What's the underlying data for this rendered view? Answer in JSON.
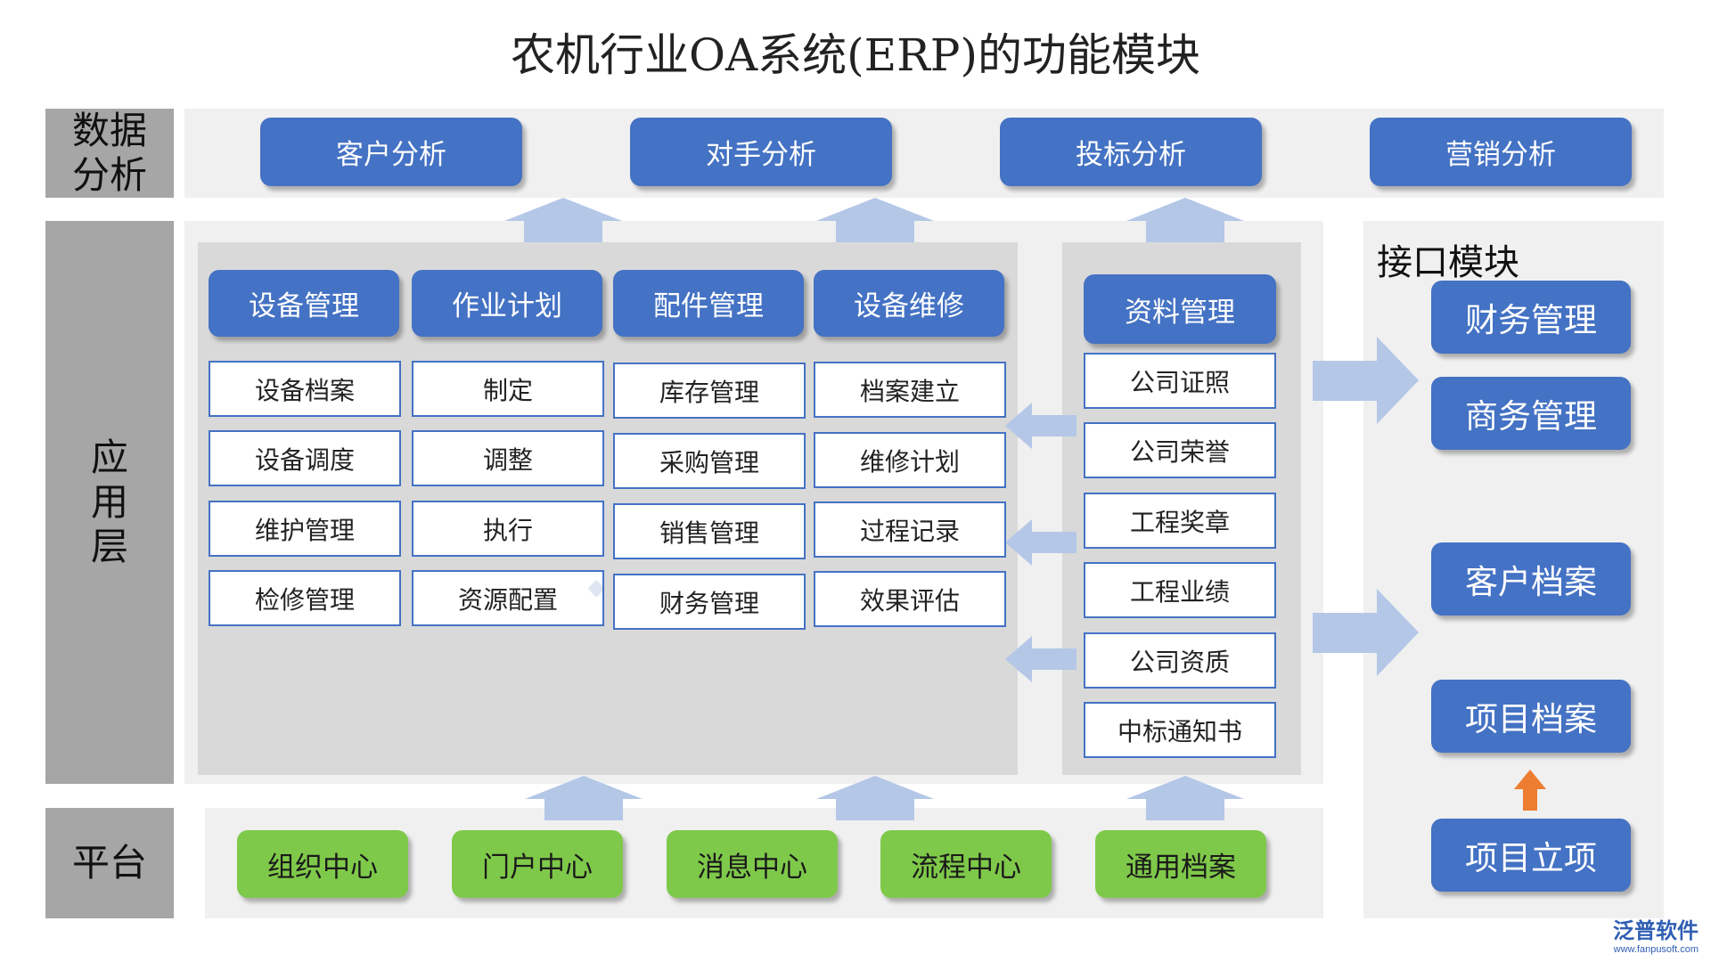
{
  "title": "农机行业OA系统(ERP)的功能模块",
  "layers": {
    "data": "数据\n分析",
    "app": "应\n用\n层",
    "platform": "平台"
  },
  "analysis": [
    "客户分析",
    "对手分析",
    "投标分析",
    "营销分析"
  ],
  "modules": [
    {
      "header": "设备管理",
      "items": [
        "设备档案",
        "设备调度",
        "维护管理",
        "检修管理"
      ]
    },
    {
      "header": "作业计划",
      "items": [
        "制定",
        "调整",
        "执行",
        "资源配置"
      ]
    },
    {
      "header": "配件管理",
      "items": [
        "库存管理",
        "采购管理",
        "销售管理",
        "财务管理"
      ]
    },
    {
      "header": "设备维修",
      "items": [
        "档案建立",
        "维修计划",
        "过程记录",
        "效果评估"
      ]
    }
  ],
  "docs": {
    "header": "资料管理",
    "items": [
      "公司证照",
      "公司荣誉",
      "工程奖章",
      "工程业绩",
      "公司资质",
      "中标通知书"
    ]
  },
  "interface": {
    "title": "接口模块",
    "items": [
      "财务管理",
      "商务管理",
      "客户档案",
      "项目档案",
      "项目立项"
    ]
  },
  "platform_items": [
    "组织中心",
    "门户中心",
    "消息中心",
    "流程中心",
    "通用档案"
  ],
  "logo": {
    "name": "泛普软件",
    "url": "www.fanpusoft.com"
  },
  "colors": {
    "blue": "#4472c4",
    "green": "#7fc94a",
    "arrow": "#b4c7e7",
    "orange": "#ed7d31"
  }
}
